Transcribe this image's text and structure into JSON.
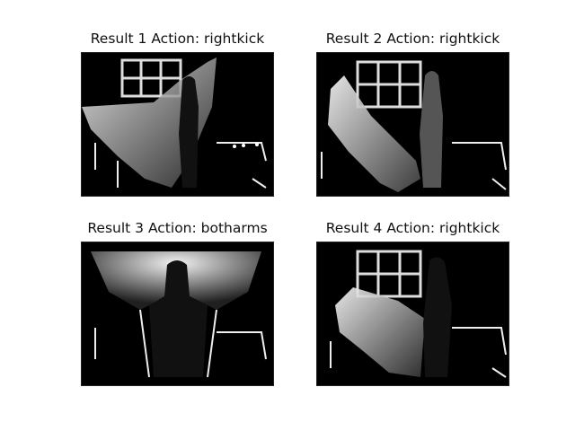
{
  "figure": {
    "panels": [
      {
        "title": "Result 1 Action: rightkick"
      },
      {
        "title": "Result 2 Action: rightkick"
      },
      {
        "title": "Result 3 Action: botharms"
      },
      {
        "title": "Result 4 Action: rightkick"
      }
    ]
  }
}
